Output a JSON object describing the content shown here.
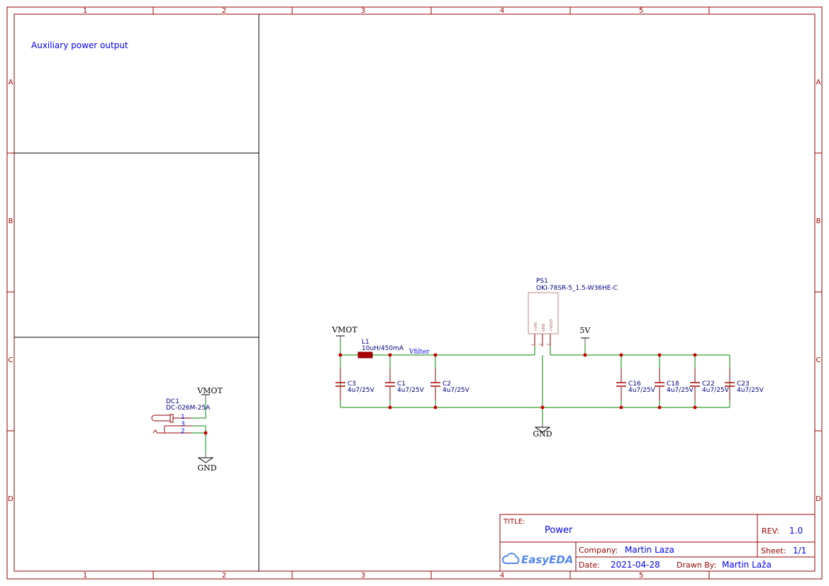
{
  "border": {
    "columns": [
      "1",
      "2",
      "3",
      "4",
      "5"
    ],
    "rows": [
      "A",
      "B",
      "C",
      "D"
    ]
  },
  "notes": {
    "aux_power": "Auxiliary power output"
  },
  "components": {
    "L1": {
      "ref": "L1",
      "value": "10uH/450mA"
    },
    "C3": {
      "ref": "C3",
      "value": "4u7/25V"
    },
    "C1": {
      "ref": "C1",
      "value": "4u7/25V"
    },
    "C2": {
      "ref": "C2",
      "value": "4u7/25V"
    },
    "C16": {
      "ref": "C16",
      "value": "4u7/25V"
    },
    "C18": {
      "ref": "C18",
      "value": "4u7/25V"
    },
    "C22": {
      "ref": "C22",
      "value": "4u7/25V"
    },
    "C23": {
      "ref": "C23",
      "value": "4u7/25V"
    },
    "PS1": {
      "ref": "PS1",
      "value": "OKI-78SR-5_1.5-W36HE-C",
      "pins": [
        "+VIN",
        "GND",
        "+VOUT"
      ],
      "pin_numbers": [
        "1",
        "2",
        "3"
      ]
    },
    "DC1": {
      "ref": "DC1",
      "value": "DC-026M-25A",
      "pin_numbers": [
        "1",
        "3",
        "2"
      ]
    }
  },
  "nets": {
    "vmot": "VMOT",
    "vfilter": "Vfilter",
    "gnd": "GND",
    "v5": "5V"
  },
  "title_block": {
    "title_label": "TITLE:",
    "title": "Power",
    "rev_label": "REV:",
    "rev": "1.0",
    "company_label": "Company:",
    "company": "Martin Laza",
    "sheet_label": "Sheet:",
    "sheet": "1/1",
    "date_label": "Date:",
    "date": "2021-04-28",
    "drawn_label": "Drawn By:",
    "drawn_by": "Martin Laža",
    "logo": "EasyEDA"
  }
}
